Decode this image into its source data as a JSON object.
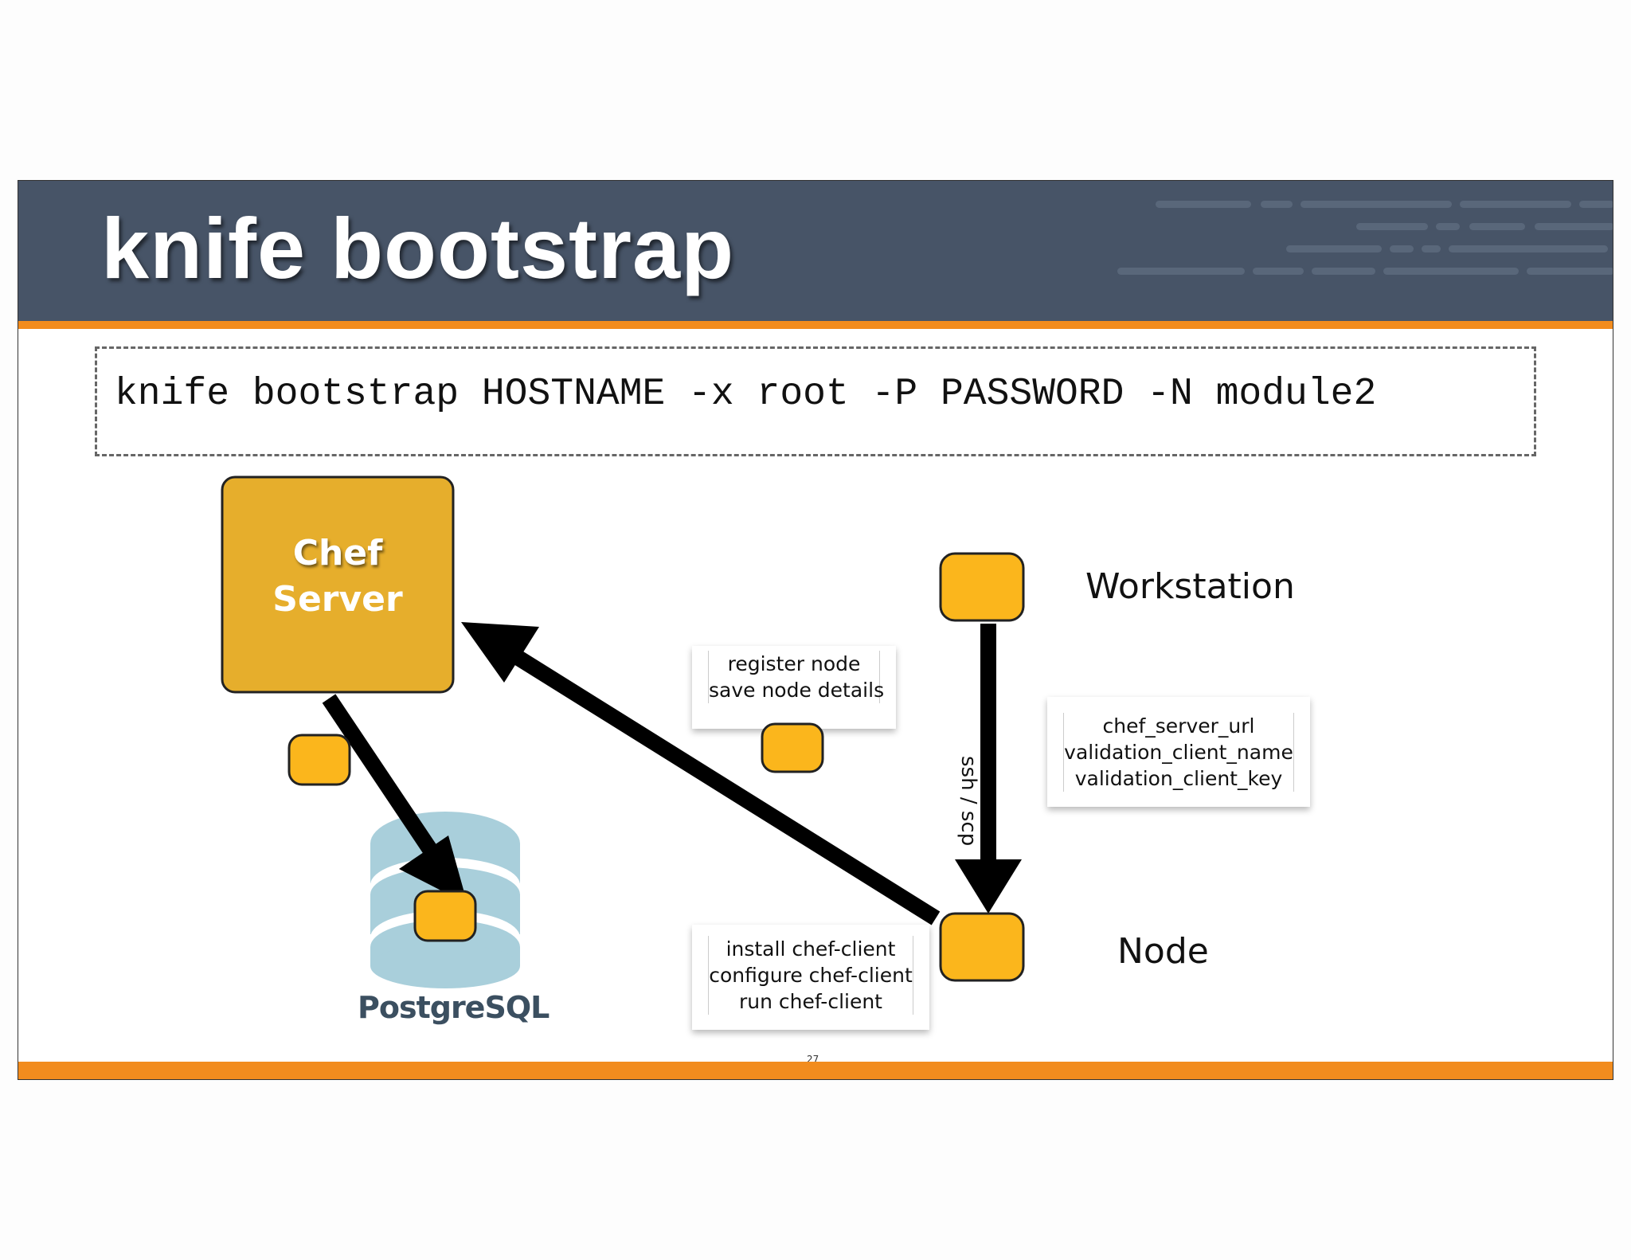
{
  "slide": {
    "title": "knife bootstrap",
    "command": "knife bootstrap HOSTNAME -x root -P PASSWORD -N module2",
    "page_number": "27"
  },
  "diagram": {
    "chef_server": {
      "label_line1": "Chef",
      "label_line2": "Server",
      "color": "#e6ae2c"
    },
    "postgres": {
      "label": "PostgreSQL",
      "color": "#a9cfdb"
    },
    "workstation": {
      "label": "Workstation"
    },
    "node": {
      "label": "Node"
    },
    "connector_label": "ssh / scp",
    "notes": {
      "register": [
        "register node",
        "save node details"
      ],
      "config": [
        "chef_server_url",
        "validation_client_name",
        "validation_client_key"
      ],
      "install": [
        "install chef-client",
        "configure chef-client",
        "run chef-client"
      ]
    },
    "colors": {
      "token": "#fbb61c",
      "arrow": "#000000",
      "header": "#475467",
      "accent": "#f28c1e"
    }
  }
}
